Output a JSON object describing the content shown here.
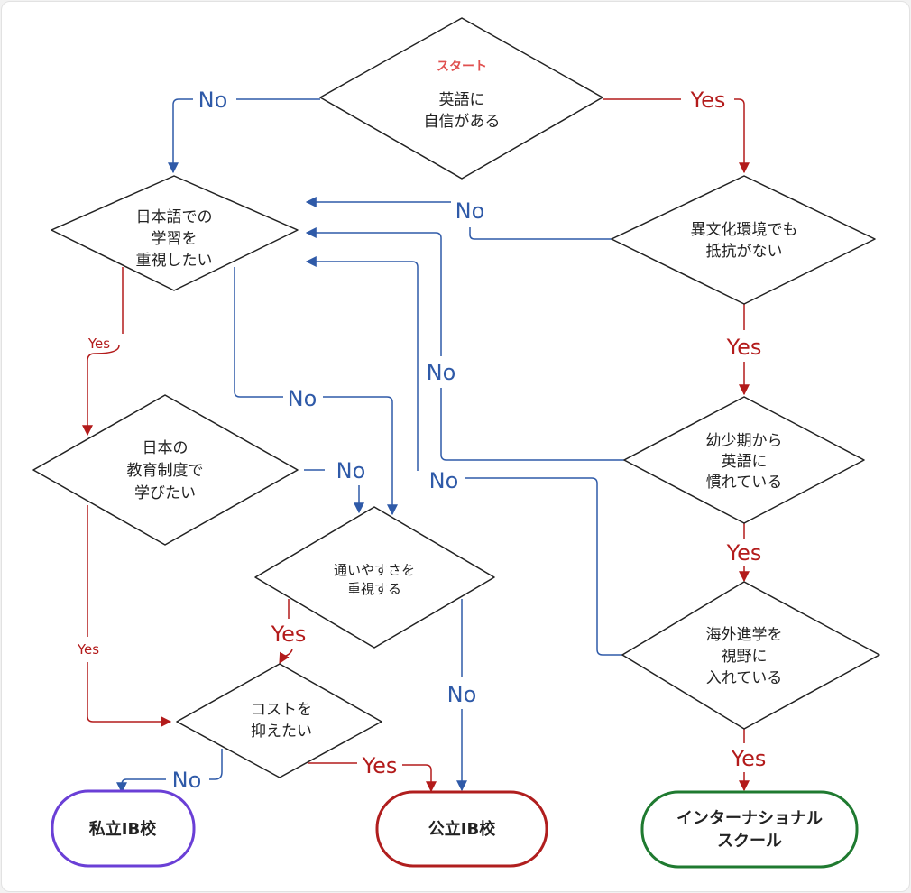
{
  "colors": {
    "no": "#2f5aa8",
    "yes": "#b31b1b",
    "start_label": "#e0504f",
    "private_ib": "#6a3fd6",
    "public_ib": "#b01e1e",
    "international": "#1f7a30"
  },
  "nodes": {
    "start": {
      "tag": "スタート",
      "lines": [
        "英語に",
        "自信がある"
      ]
    },
    "japanese_learning": {
      "lines": [
        "日本語での",
        "学習を",
        "重視したい"
      ]
    },
    "cross_culture": {
      "lines": [
        "異文化環境でも",
        "抵抗がない"
      ]
    },
    "japan_system": {
      "lines": [
        "日本の",
        "教育制度で",
        "学びたい"
      ]
    },
    "early_english": {
      "lines": [
        "幼少期から",
        "英語に",
        "慣れている"
      ]
    },
    "commute": {
      "lines": [
        "通いやすさを",
        "重視する"
      ]
    },
    "overseas": {
      "lines": [
        "海外進学を",
        "視野に",
        "入れている"
      ]
    },
    "cost": {
      "lines": [
        "コストを",
        "抑えたい"
      ]
    }
  },
  "terminals": {
    "private_ib": "私立IB校",
    "public_ib": "公立IB校",
    "international": [
      "インターナショナル",
      "スクール"
    ]
  },
  "edge_labels": {
    "yes": "Yes",
    "no": "No"
  }
}
